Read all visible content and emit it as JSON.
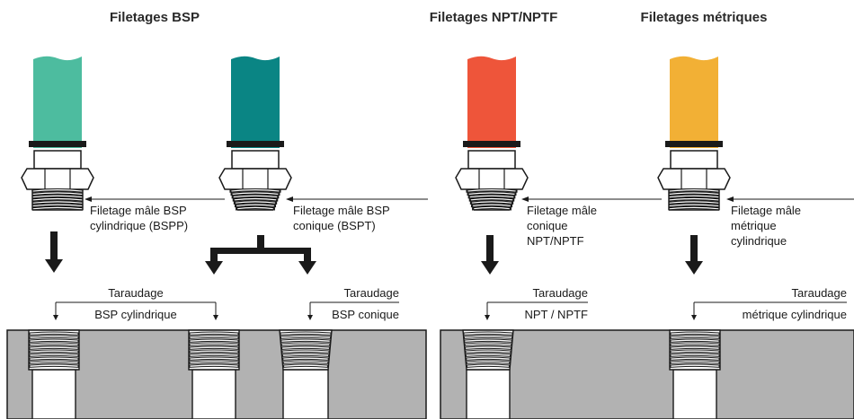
{
  "titles": {
    "bsp": "Filetages BSP",
    "npt": "Filetages NPT/NPTF",
    "metric": "Filetages métriques"
  },
  "fittings": [
    {
      "color": "#4dbc9f",
      "label_lines": [
        "Filetage mâle BSP",
        "cylindrique (BSPP)"
      ]
    },
    {
      "color": "#0a8584",
      "label_lines": [
        "Filetage mâle BSP",
        "conique (BSPT)"
      ]
    },
    {
      "color": "#ee553a",
      "label_lines": [
        "Filetage mâle",
        "conique",
        "NPT/NPTF"
      ]
    },
    {
      "color": "#f2b035",
      "label_lines": [
        "Filetage mâle",
        "métrique",
        "cylindrique"
      ]
    }
  ],
  "ports": [
    {
      "label_lines": [
        "Taraudage",
        "BSP cylindrique"
      ]
    },
    {
      "label_lines": [
        "Taraudage",
        "BSP conique"
      ]
    },
    {
      "label_lines": [
        "Taraudage",
        "NPT / NPTF"
      ]
    },
    {
      "label_lines": [
        "Taraudage",
        "métrique cylindrique"
      ]
    }
  ],
  "colors": {
    "block": "#b2b2b2",
    "outline": "#1a1a1a"
  }
}
